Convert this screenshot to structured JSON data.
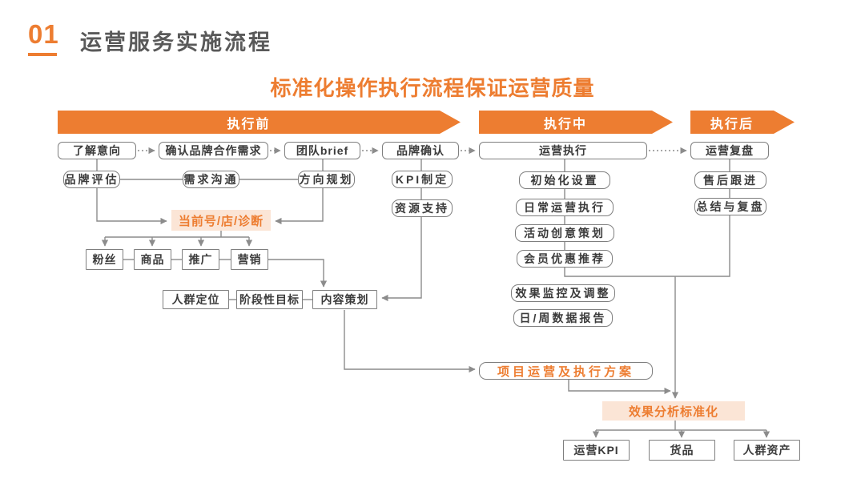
{
  "header": {
    "number": "01",
    "title": "运营服务实施流程",
    "subtitle": "标准化操作执行流程保证运营质量"
  },
  "banners": [
    {
      "label": "执行前"
    },
    {
      "label": "执行中"
    },
    {
      "label": "执行后"
    }
  ],
  "nodes": {
    "understand_intent": "了解意向",
    "confirm_brand_needs": "确认品牌合作需求",
    "team_brief": "团队brief",
    "brand_confirm": "品牌确认",
    "operation_execute": "运营执行",
    "operation_review": "运营复盘",
    "brand_evaluate": "品牌评估",
    "demand_communicate": "需求沟通",
    "direction_plan": "方向规划",
    "kpi_make": "KPI制定",
    "resource_support": "资源支持",
    "current_diagnosis": "当前号/店/诊断",
    "fans": "粉丝",
    "goods": "商品",
    "promotion": "推广",
    "marketing": "营销",
    "crowd_position": "人群定位",
    "stage_goal": "阶段性目标",
    "content_plan": "内容策划",
    "init_setup": "初始化设置",
    "daily_operation": "日常运营执行",
    "activity_creative": "活动创意策划",
    "member_discount": "会员优惠推荐",
    "effect_monitor": "效果监控及调整",
    "daily_weekly_report": "日/周数据报告",
    "after_sale": "售后跟进",
    "summary_review": "总结与复盘",
    "project_plan": "项目运营及执行方案",
    "effect_analysis": "效果分析标准化",
    "operation_kpi": "运营KPI",
    "product": "货品",
    "crowd_asset": "人群资产"
  },
  "colors": {
    "accent_orange": "#ED7D31",
    "highlight_peach": "#FBE5D6",
    "line_gray": "#8c8c8c",
    "title_gray": "#595959"
  }
}
